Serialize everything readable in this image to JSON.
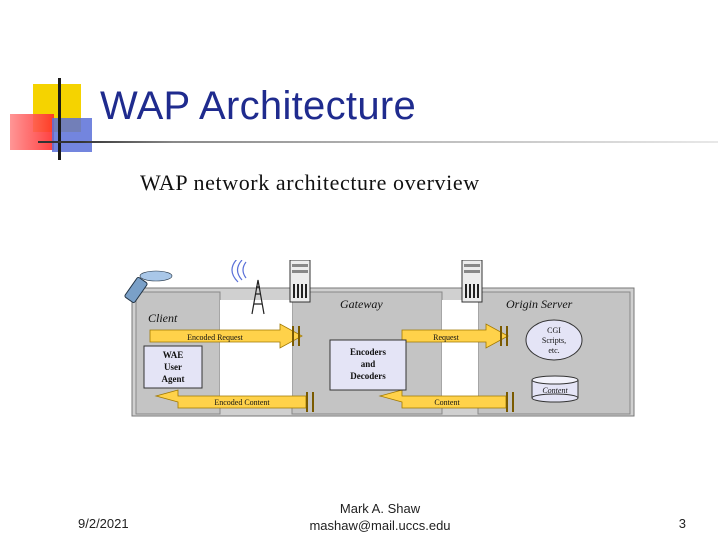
{
  "slide": {
    "title": "WAP Architecture",
    "diagram_title": "WAP network architecture overview"
  },
  "diagram": {
    "zones": {
      "client": "Client",
      "gateway": "Gateway",
      "origin": "Origin Server"
    },
    "boxes": {
      "wae_line1": "WAE",
      "wae_line2": "User",
      "wae_line3": "Agent",
      "enc_line1": "Encoders",
      "enc_line2": "and",
      "enc_line3": "Decoders",
      "cgi_line1": "CGI",
      "cgi_line2": "Scripts,",
      "cgi_line3": "etc.",
      "content_db": "Content"
    },
    "arrows": {
      "encoded_request": "Encoded Request",
      "request": "Request",
      "encoded_content": "Encoded Content",
      "content": "Content"
    }
  },
  "footer": {
    "date": "9/2/2021",
    "author_name": "Mark A. Shaw",
    "author_email": "mashaw@mail.uccs.edu",
    "page": "3"
  },
  "colors": {
    "title": "#1f2b8e",
    "arrow_fill": "#ffd24a",
    "zone_gray": "#c8c8c8",
    "box_lavender": "#e4e4f6"
  }
}
